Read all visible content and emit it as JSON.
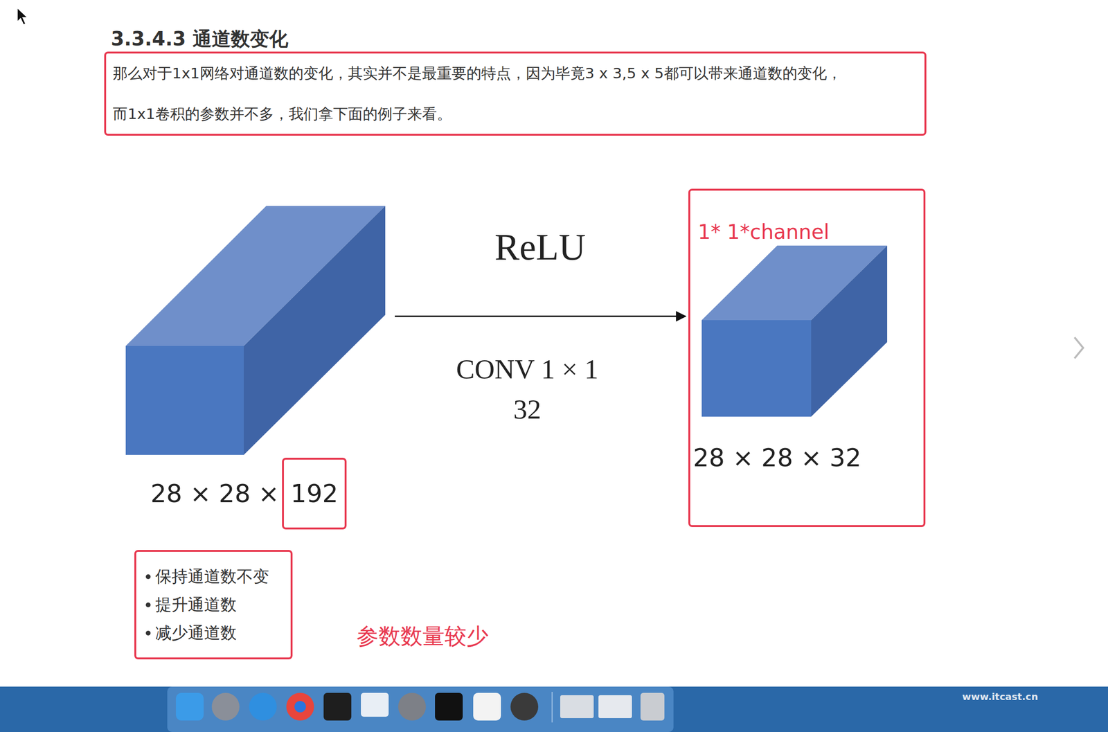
{
  "diagram": {
    "title": "3.3.4.3 通道数变化",
    "nodes": [
      {
        "text": [
          "那么对于1x1网络对通道数的变化，其实并不是最重要的特点，因为毕竟3 x 3,5 x 5都可以带来通道数的变化，",
          "而1x1卷积的参数并不多，我们拿下面的例子来看。"
        ]
      },
      {
        "text": [
          "28 × 28 ×"
        ]
      },
      {
        "text": [
          "192"
        ],
        "in": 1
      },
      {
        "text": [
          "1* 1*channel",
          "28 × 28 × 32"
        ]
      },
      {
        "text": [
          "保持通道数不变",
          "提升通道数",
          "减少通道数"
        ]
      }
    ],
    "edges": [
      {
        "from": 1,
        "to": 3,
        "arrow": "to",
        "label": "ReLU"
      }
    ],
    "labels": [
      "CONV 1 × 1",
      "32",
      "参数数量较少",
      "www.itcast.cn"
    ]
  }
}
